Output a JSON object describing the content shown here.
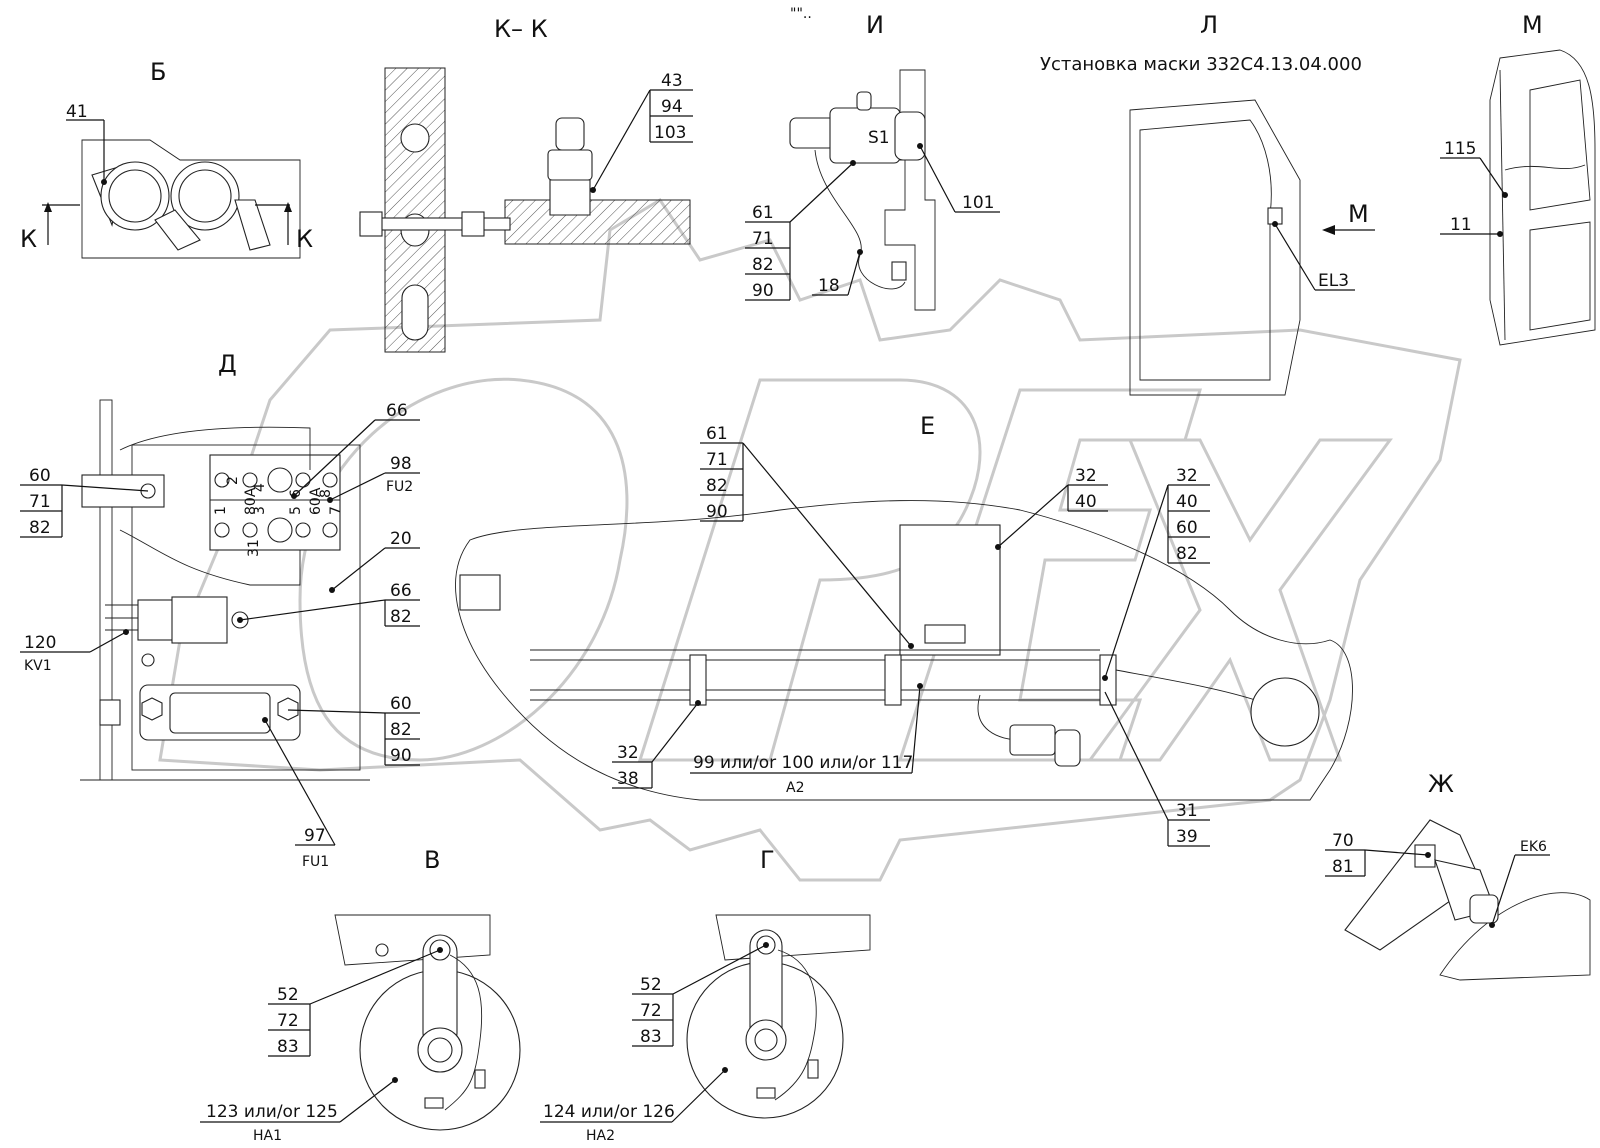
{
  "views": {
    "b": "Б",
    "kk": "К– К",
    "i": "И",
    "l": "Л",
    "m": "М",
    "d": "Д",
    "e": "Е",
    "v": "В",
    "g": "Г",
    "zh": "Ж",
    "k_left": "К",
    "k_right": "К",
    "m_arrow": "М"
  },
  "header_note": "Установка маски 332С4.13.04.000",
  "top_marks": "\"\"..",
  "labels": {
    "b_41": "41",
    "kk_stack": [
      "43",
      "94",
      "103"
    ],
    "i_s1": "S1",
    "i_stack": [
      "61",
      "71",
      "82",
      "90"
    ],
    "i_101": "101",
    "i_18": "18",
    "l_el3": "EL3",
    "m_115": "115",
    "m_11": "11",
    "d_66_top": "66",
    "d_98": "98",
    "d_fu2": "FU2",
    "d_stack_60": [
      "60",
      "71",
      "82"
    ],
    "d_20": "20",
    "d_stack_66": [
      "66",
      "82"
    ],
    "d_120": "120",
    "d_kv1": "KV1",
    "d_stack_60b": [
      "60",
      "82",
      "90"
    ],
    "d_97": "97",
    "d_fu1": "FU1",
    "e_stack_61": [
      "61",
      "71",
      "82",
      "90"
    ],
    "e_stack_32a": [
      "32",
      "40"
    ],
    "e_stack_32b": [
      "32",
      "40",
      "60",
      "82"
    ],
    "e_stack_32c": [
      "32",
      "38"
    ],
    "e_a2_main": "99 или/or 100 или/or 117",
    "e_a2": "A2",
    "e_stack_31": [
      "31",
      "39"
    ],
    "v_stack": [
      "52",
      "72",
      "83"
    ],
    "v_ha1_main": "123 или/or 125",
    "v_ha1": "HA1",
    "g_stack": [
      "52",
      "72",
      "83"
    ],
    "g_ha2_main": "124 или/or 126",
    "g_ha2": "HA2",
    "zh_stack": [
      "70",
      "81"
    ],
    "zh_ek6": "EK6"
  },
  "terminal_marks": {
    "t1": "1",
    "t2": "2",
    "t3": "3",
    "t4": "4",
    "t5": "5",
    "t6": "6",
    "t7": "7",
    "t8": "8",
    "r80": "80A",
    "r60": "60A",
    "w31": "31"
  },
  "watermark": "OPEX"
}
